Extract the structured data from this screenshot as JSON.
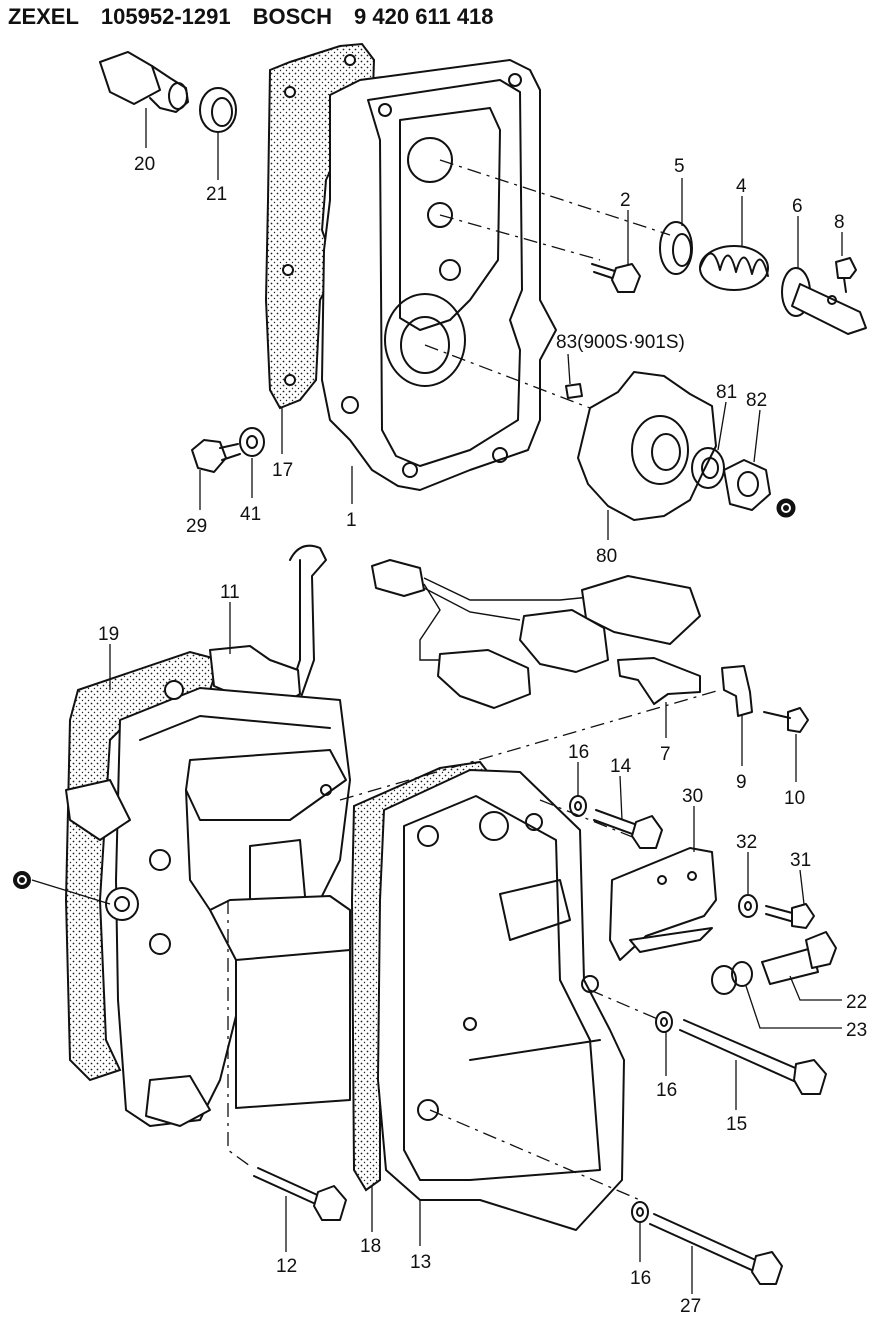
{
  "header": {
    "brand": "ZEXEL",
    "zexel_number": "105952-1291",
    "oem": "BOSCH",
    "bosch_number": "9 420 611 418"
  },
  "callouts": [
    {
      "id": "20",
      "text": "20"
    },
    {
      "id": "21",
      "text": "21"
    },
    {
      "id": "5",
      "text": "5"
    },
    {
      "id": "2",
      "text": "2"
    },
    {
      "id": "4",
      "text": "4"
    },
    {
      "id": "6",
      "text": "6"
    },
    {
      "id": "8",
      "text": "8"
    },
    {
      "id": "83",
      "text": "83(900S·901S)"
    },
    {
      "id": "81",
      "text": "81"
    },
    {
      "id": "82",
      "text": "82"
    },
    {
      "id": "17",
      "text": "17"
    },
    {
      "id": "29",
      "text": "29"
    },
    {
      "id": "41",
      "text": "41"
    },
    {
      "id": "1",
      "text": "1"
    },
    {
      "id": "80",
      "text": "80"
    },
    {
      "id": "11",
      "text": "11"
    },
    {
      "id": "19",
      "text": "19"
    },
    {
      "id": "7",
      "text": "7"
    },
    {
      "id": "9",
      "text": "9"
    },
    {
      "id": "10",
      "text": "10"
    },
    {
      "id": "16a",
      "text": "16"
    },
    {
      "id": "14",
      "text": "14"
    },
    {
      "id": "30",
      "text": "30"
    },
    {
      "id": "32",
      "text": "32"
    },
    {
      "id": "31",
      "text": "31"
    },
    {
      "id": "22",
      "text": "22"
    },
    {
      "id": "23",
      "text": "23"
    },
    {
      "id": "16b",
      "text": "16"
    },
    {
      "id": "15",
      "text": "15"
    },
    {
      "id": "12",
      "text": "12"
    },
    {
      "id": "18",
      "text": "18"
    },
    {
      "id": "13",
      "text": "13"
    },
    {
      "id": "16c",
      "text": "16"
    },
    {
      "id": "27",
      "text": "27"
    }
  ]
}
